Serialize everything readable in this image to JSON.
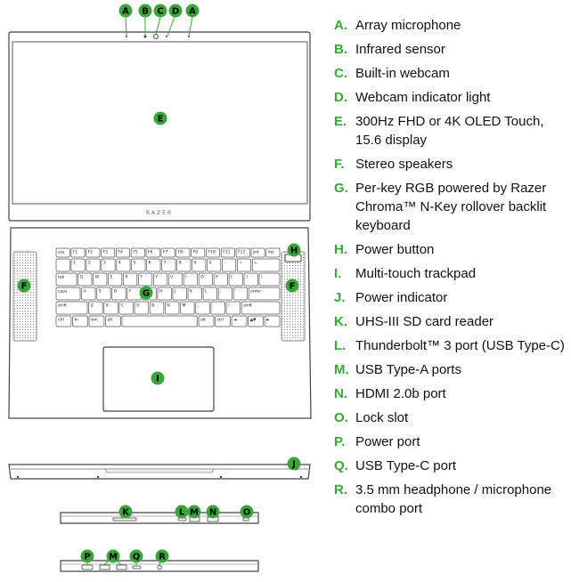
{
  "colors": {
    "callout_green": "#3aa53a",
    "outline": "#444444",
    "text": "#111111"
  },
  "device": {
    "brand_mark": "RAZER",
    "keyboard_rows": [
      [
        "esc",
        "F1",
        "F2",
        "F3",
        "F4",
        "F5",
        "F6",
        "F7",
        "F8",
        "F9",
        "F10",
        "F11",
        "F12",
        "prt",
        "del"
      ],
      [
        "`",
        "1",
        "2",
        "3",
        "4",
        "5",
        "6",
        "7",
        "8",
        "9",
        "0",
        "-",
        "=",
        "←"
      ],
      [
        "tab",
        "Q",
        "W",
        "E",
        "R",
        "T",
        "Y",
        "U",
        "I",
        "O",
        "P",
        "[",
        "]",
        "\\"
      ],
      [
        "caps",
        "A",
        "S",
        "D",
        "F",
        "G",
        "H",
        "J",
        "K",
        "L",
        ";",
        "'",
        "enter"
      ],
      [
        "shift",
        "Z",
        "X",
        "C",
        "V",
        "B",
        "N",
        "M",
        ",",
        ".",
        "/",
        "shift"
      ],
      [
        "ctrl",
        "fn",
        "win",
        "alt",
        "",
        "alt",
        "ctrl",
        "◄",
        "▲▼",
        "►"
      ]
    ]
  },
  "callouts": {
    "display": [
      {
        "letter": "A"
      },
      {
        "letter": "B"
      },
      {
        "letter": "C"
      },
      {
        "letter": "D"
      },
      {
        "letter": "A"
      },
      {
        "letter": "E"
      }
    ],
    "base": [
      {
        "letter": "H"
      },
      {
        "letter": "F"
      },
      {
        "letter": "F"
      },
      {
        "letter": "G"
      },
      {
        "letter": "I"
      }
    ],
    "front": [
      {
        "letter": "J"
      }
    ],
    "left_side": [
      {
        "letter": "K"
      },
      {
        "letter": "L"
      },
      {
        "letter": "M"
      },
      {
        "letter": "N"
      },
      {
        "letter": "O"
      }
    ],
    "right_side": [
      {
        "letter": "P"
      },
      {
        "letter": "M"
      },
      {
        "letter": "Q"
      },
      {
        "letter": "R"
      }
    ]
  },
  "legend": [
    {
      "letter": "A.",
      "text": "Array microphone"
    },
    {
      "letter": "B.",
      "text": "Infrared sensor"
    },
    {
      "letter": "C.",
      "text": "Built-in webcam"
    },
    {
      "letter": "D.",
      "text": "Webcam indicator light"
    },
    {
      "letter": "E.",
      "text": "300Hz FHD or 4K OLED Touch, 15.6 display"
    },
    {
      "letter": "F.",
      "text": "Stereo speakers"
    },
    {
      "letter": "G.",
      "text": "Per-key RGB powered by Razer Chroma™ N-Key rollover backlit keyboard"
    },
    {
      "letter": "H.",
      "text": "Power button"
    },
    {
      "letter": "I.",
      "text": "Multi-touch trackpad"
    },
    {
      "letter": "J.",
      "text": "Power indicator"
    },
    {
      "letter": "K.",
      "text": "UHS-III SD card reader"
    },
    {
      "letter": "L.",
      "text": "Thunderbolt™ 3 port (USB Type-C)"
    },
    {
      "letter": "M.",
      "text": "USB Type-A ports"
    },
    {
      "letter": "N.",
      "text": "HDMI 2.0b port"
    },
    {
      "letter": "O.",
      "text": "Lock slot"
    },
    {
      "letter": "P.",
      "text": "Power port"
    },
    {
      "letter": "Q.",
      "text": "USB Type-C port"
    },
    {
      "letter": "R.",
      "text": "3.5 mm headphone / microphone combo port"
    }
  ]
}
